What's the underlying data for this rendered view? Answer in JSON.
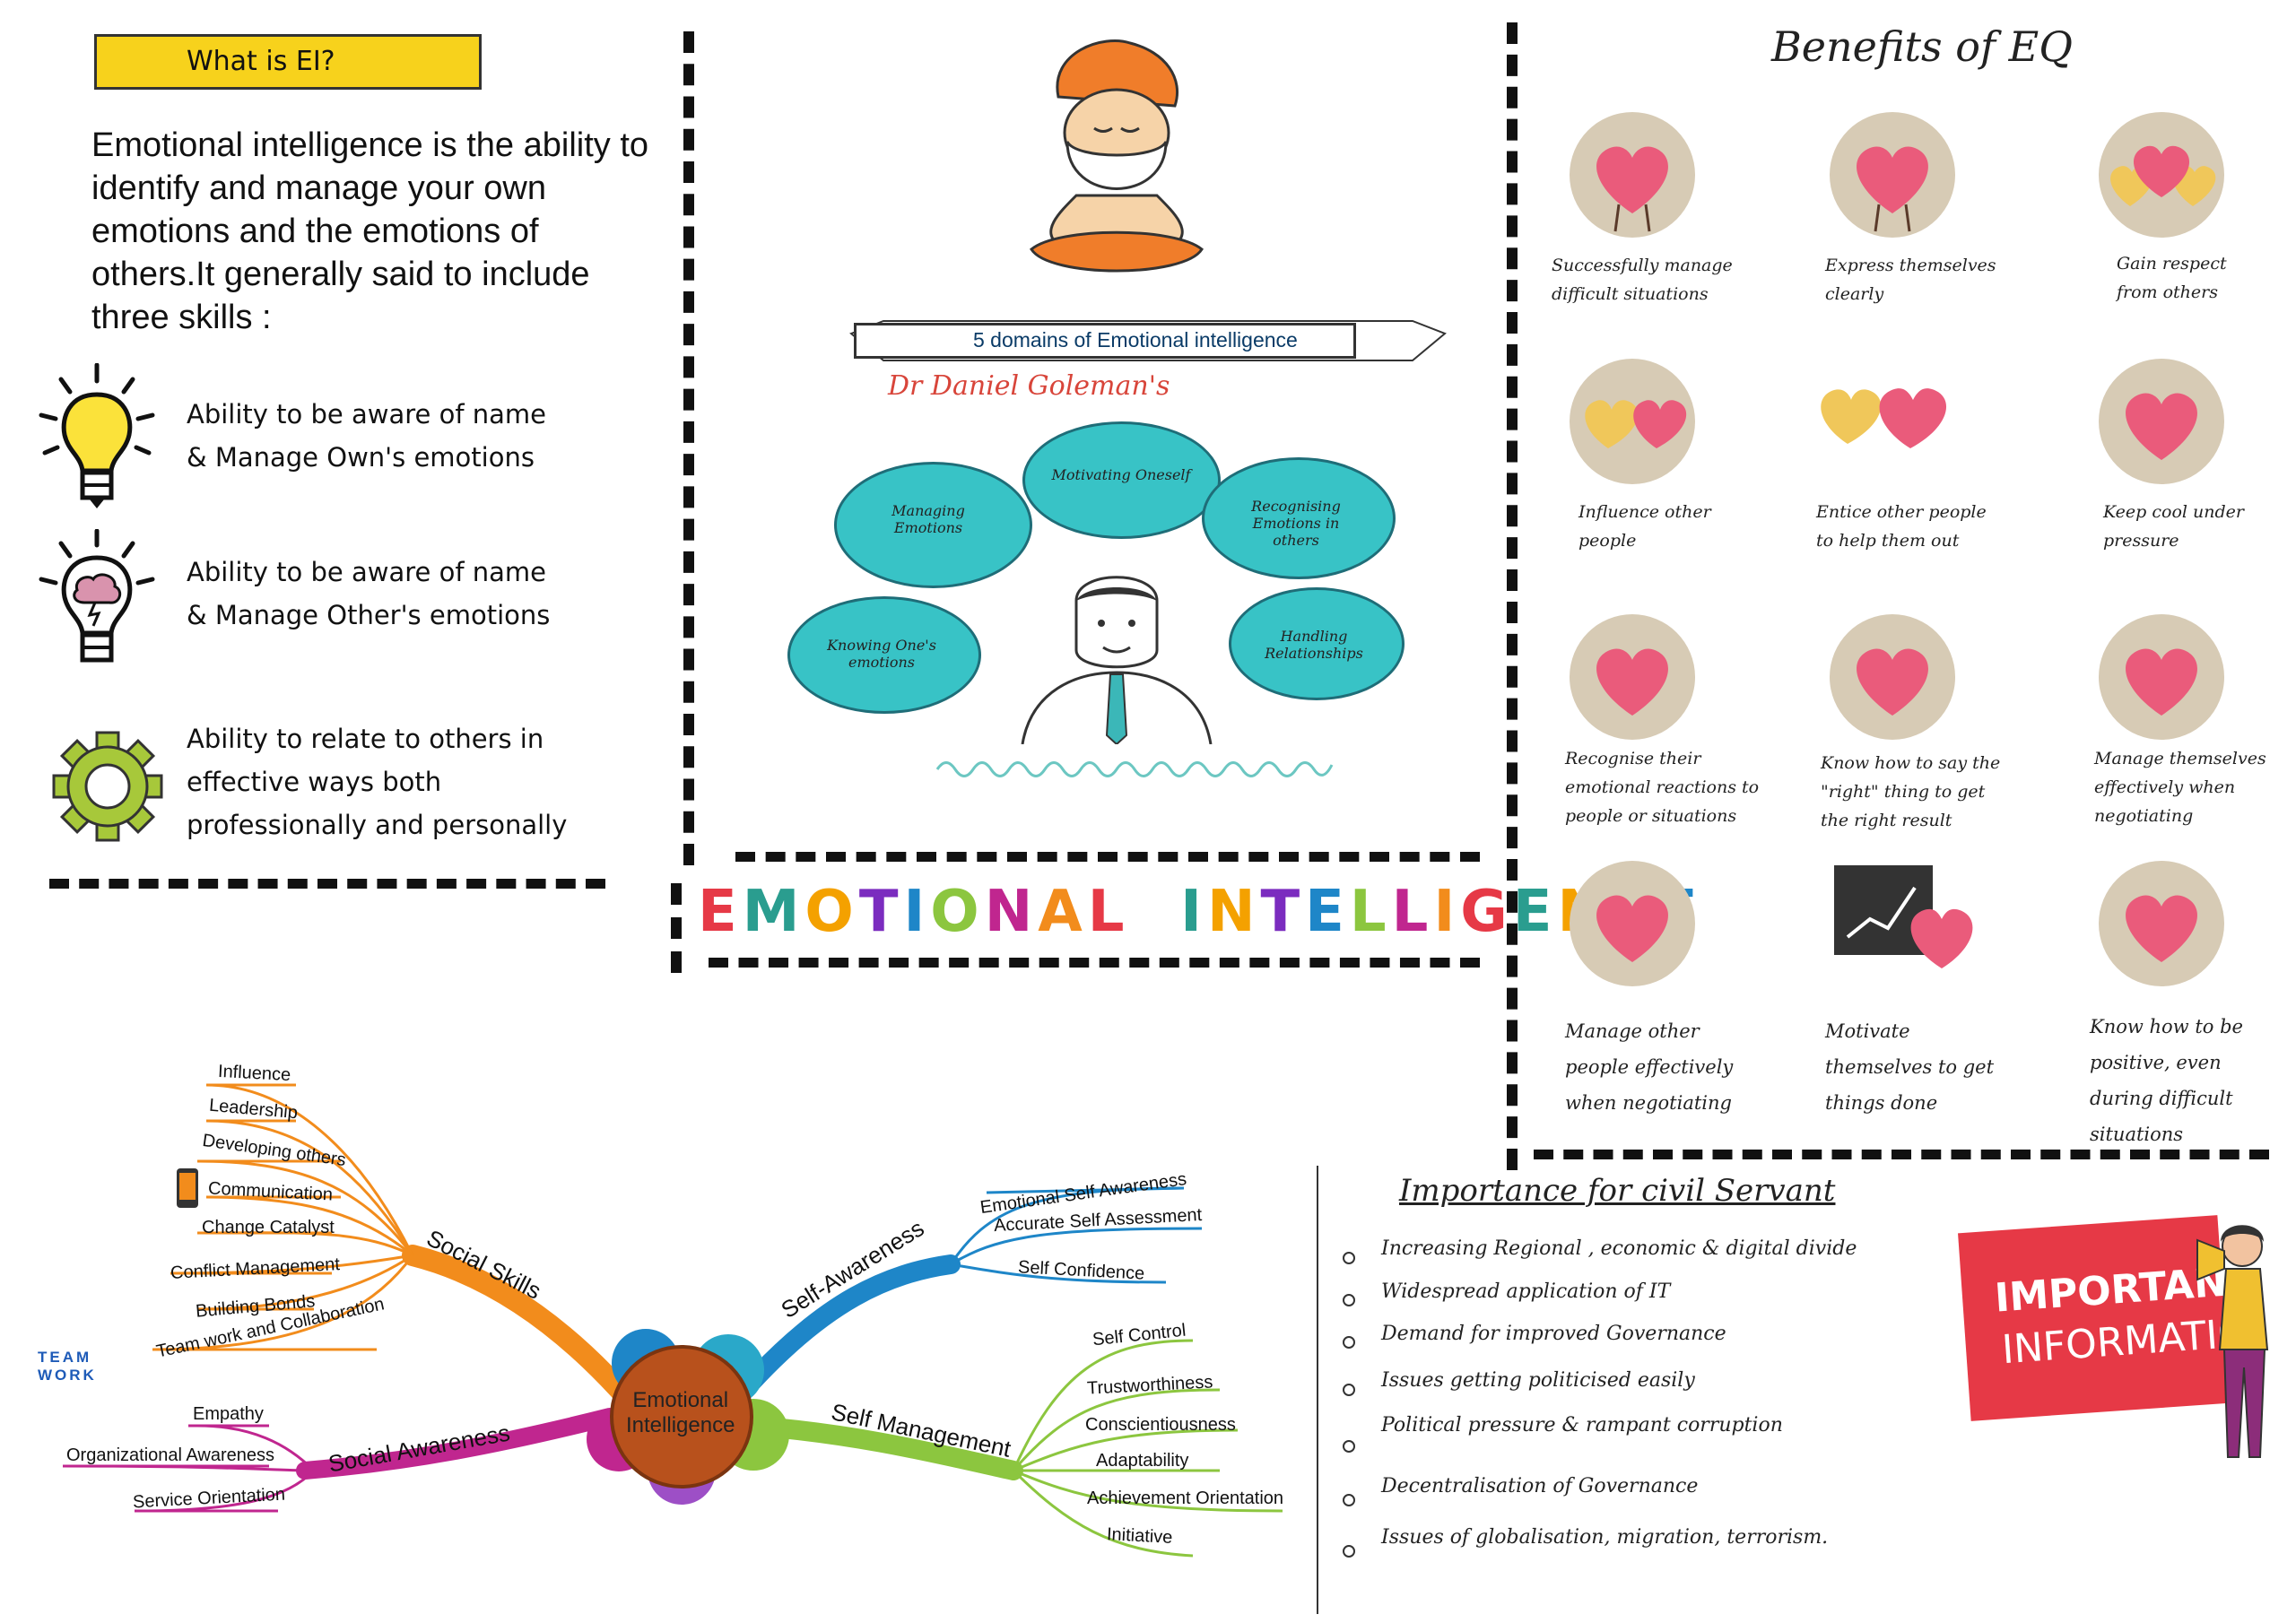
{
  "what_is_ei": {
    "tag": "What is EI?",
    "definition": "Emotional intelligence is the ability to identify and manage your own emotions and the emotions of others.It generally said to include three skills :",
    "skills": [
      {
        "line1": "Ability to be aware of name",
        "line2": "& Manage Own's emotions"
      },
      {
        "line1": "Ability to be aware of name",
        "line2": "& Manage Other's emotions"
      },
      {
        "line1": "Ability to relate to others in",
        "line2": "effective ways both",
        "line3": "professionally and personally"
      }
    ]
  },
  "domains": {
    "banner": "5 domains of Emotional intelligence",
    "author": "Dr Daniel Goleman's",
    "clouds": [
      "Managing Emotions",
      "Motivating Oneself",
      "Recognising Emotions in others",
      "Knowing One's emotions",
      "Handling Relationships"
    ]
  },
  "main_title": "EMOTIONAL INTELLIGENCE",
  "benefits": {
    "title": "Benefits of EQ",
    "items": [
      "Successfully manage difficult situations",
      "Express themselves clearly",
      "Gain respect from others",
      "Influence other people",
      "Entice other people to help them out",
      "Keep cool under pressure",
      "Recognise their emotional reactions to people or situations",
      "Know how to say the \"right\" thing to get the right result",
      "Manage themselves effectively when negotiating",
      "Manage other people effectively when negotiating",
      "Motivate themselves to get things done",
      "Know how to be positive, even during difficult situations"
    ]
  },
  "importance": {
    "title": "Importance for civil Servant",
    "items": [
      "Increasing Regional , economic & digital divide",
      "Widespread application of IT",
      "Demand for improved Governance",
      "Issues getting politicised easily",
      "Political pressure & rampant corruption",
      "Decentralisation of Governance",
      "Issues of globalisation, migration, terrorism."
    ]
  },
  "sign": {
    "line1": "IMPORTANT",
    "line2": "INFORMATION"
  },
  "mindmap": {
    "center": [
      "Emotional",
      "Intelligence"
    ],
    "social_skills": {
      "label": "Social Skills",
      "items": [
        "Influence",
        "Leadership",
        "Developing others",
        "Communication",
        "Change Catalyst",
        "Conflict Management",
        "Building Bonds",
        "Team work and Collaboration"
      ]
    },
    "social_awareness": {
      "label": "Social Awareness",
      "items": [
        "Empathy",
        "Organizational Awareness",
        "Service Orientation"
      ]
    },
    "self_awareness": {
      "label": "Self-Awareness",
      "items": [
        "Emotional Self Awareness",
        "Accurate Self Assessment",
        "Self Confidence"
      ]
    },
    "self_management": {
      "label": "Self Management",
      "items": [
        "Self Control",
        "Trustworthiness",
        "Conscientiousness",
        "Adaptability",
        "Achievement Orientation",
        "Initiative"
      ]
    },
    "team_letters": "TEAM WORK"
  },
  "colors": {
    "tag_yellow": "#f7d21c",
    "cloud_teal": "#38c3c6",
    "heart_pink": "#ea5b7b",
    "social_skills": "#f28c1c",
    "social_awareness": "#c0268f",
    "self_awareness": "#1e86c8",
    "self_management": "#8cc63f",
    "sign_red": "#e63946"
  }
}
